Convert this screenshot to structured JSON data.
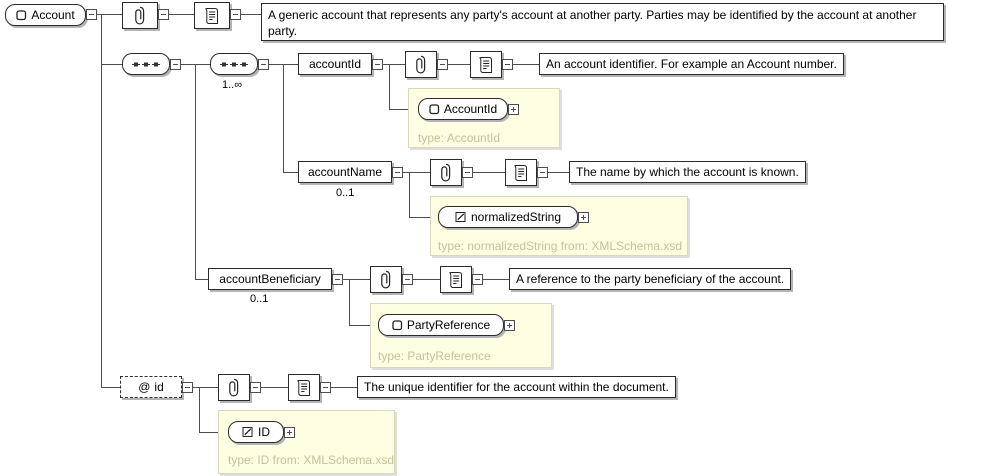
{
  "root": {
    "name": "Account",
    "doc": "A generic account that represents any party's account at another party. Parties may be identified by the account at another party."
  },
  "inner_sequence": {
    "cardinality": "1..∞"
  },
  "account_id": {
    "name": "accountId",
    "doc": "An account identifier. For example an Account number.",
    "type_name": "AccountId",
    "type_note": "type: AccountId"
  },
  "account_name": {
    "name": "accountName",
    "cardinality": "0..1",
    "doc": "The name by which the account is known.",
    "type_name": "normalizedString",
    "type_note": "type: normalizedString from: XMLSchema.xsd"
  },
  "account_beneficiary": {
    "name": "accountBeneficiary",
    "cardinality": "0..1",
    "doc": "A reference to the party beneficiary of the account.",
    "type_name": "PartyReference",
    "type_note": "type: PartyReference"
  },
  "id_attribute": {
    "prefix": "@",
    "name": "id",
    "doc": "The unique identifier for the account within the document.",
    "type_name": "ID",
    "type_note": "type: ID from: XMLSchema.xsd"
  }
}
